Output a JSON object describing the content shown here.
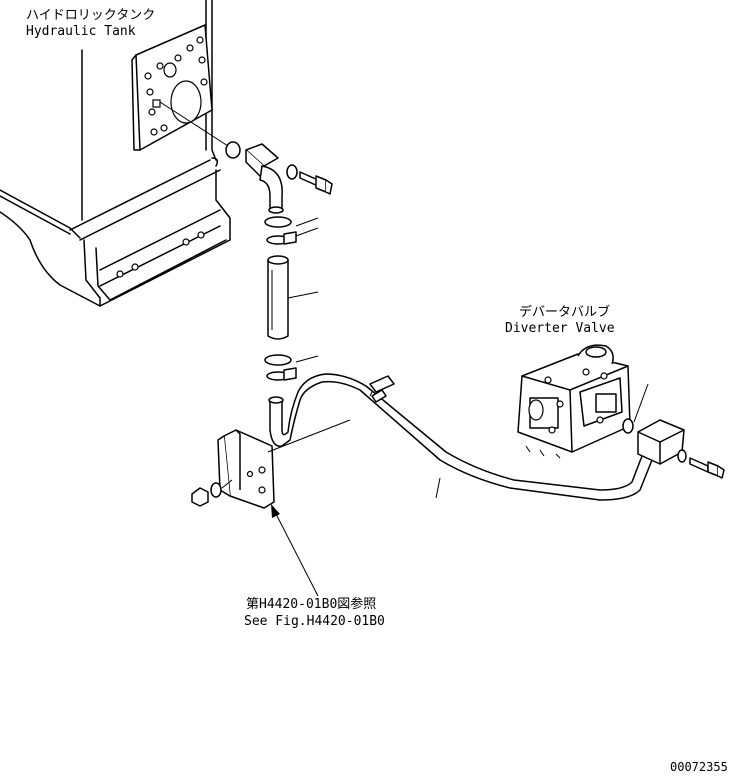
{
  "labels": {
    "tank_jp": "ハイドロリックタンク",
    "tank_en": "Hydraulic Tank",
    "valve_jp": "デバータバルブ",
    "valve_en": "Diverter Valve",
    "ref_jp": "第H4420-01B0図参照",
    "ref_en": "See Fig.H4420-01B0",
    "drawing_no": "00072355"
  }
}
